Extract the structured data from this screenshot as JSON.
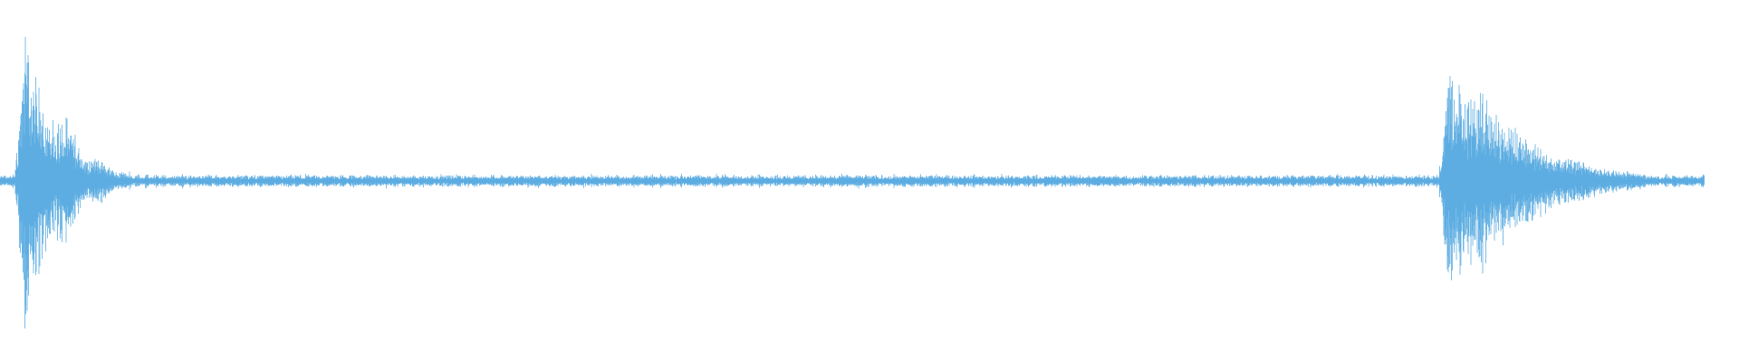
{
  "waveform": {
    "color": "#5dade2",
    "background": "#ffffff",
    "duration_fraction_with_audio": 0.98,
    "bursts": [
      {
        "position_fraction": 0.013,
        "peak_amplitude": 0.98
      },
      {
        "position_fraction": 0.832,
        "peak_amplitude": 0.78
      }
    ],
    "noise_floor_amplitude": 0.03
  }
}
